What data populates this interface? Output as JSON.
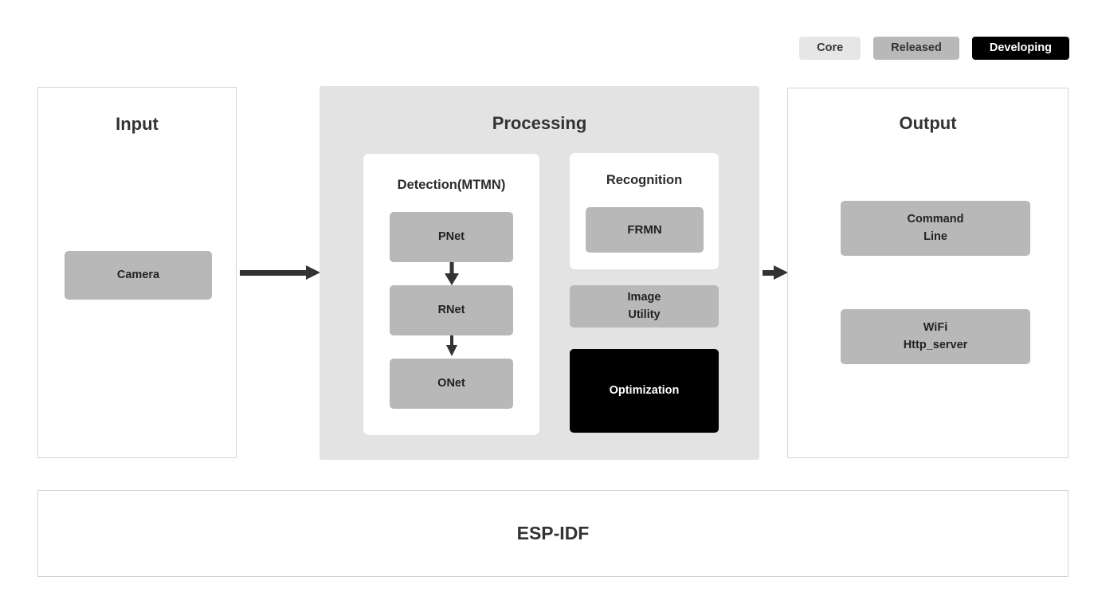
{
  "legend": {
    "items": [
      {
        "label": "Core",
        "tone": "core",
        "color": "#e6e6e6"
      },
      {
        "label": "Released",
        "tone": "released",
        "color": "#b8b8b8"
      },
      {
        "label": "Developing",
        "tone": "developing",
        "color": "#000000"
      }
    ]
  },
  "input": {
    "title": "Input",
    "blocks": [
      {
        "label": "Camera",
        "tone": "Released"
      }
    ]
  },
  "processing": {
    "title": "Processing",
    "detection": {
      "title": "Detection(MTMN)",
      "stages": [
        {
          "label": "PNet",
          "tone": "Released"
        },
        {
          "label": "RNet",
          "tone": "Released"
        },
        {
          "label": "ONet",
          "tone": "Released"
        }
      ]
    },
    "recognition": {
      "title": "Recognition",
      "blocks": [
        {
          "label": "FRMN",
          "tone": "Released"
        }
      ]
    },
    "blocks": [
      {
        "label": "Image\nUtility",
        "tone": "Released"
      },
      {
        "label": "Optimization",
        "tone": "Developing"
      }
    ]
  },
  "output": {
    "title": "Output",
    "blocks": [
      {
        "label": "Command\nLine",
        "tone": "Released"
      },
      {
        "label": "WiFi\nHttp_server",
        "tone": "Released"
      }
    ]
  },
  "foundation": {
    "label": "ESP-IDF"
  },
  "flow": {
    "arrows": [
      {
        "from": "Input",
        "to": "Processing",
        "direction": "right"
      },
      {
        "from": "Processing",
        "to": "Output",
        "direction": "right"
      },
      {
        "from": "PNet",
        "to": "RNet",
        "direction": "down"
      },
      {
        "from": "RNet",
        "to": "ONet",
        "direction": "down"
      }
    ]
  }
}
